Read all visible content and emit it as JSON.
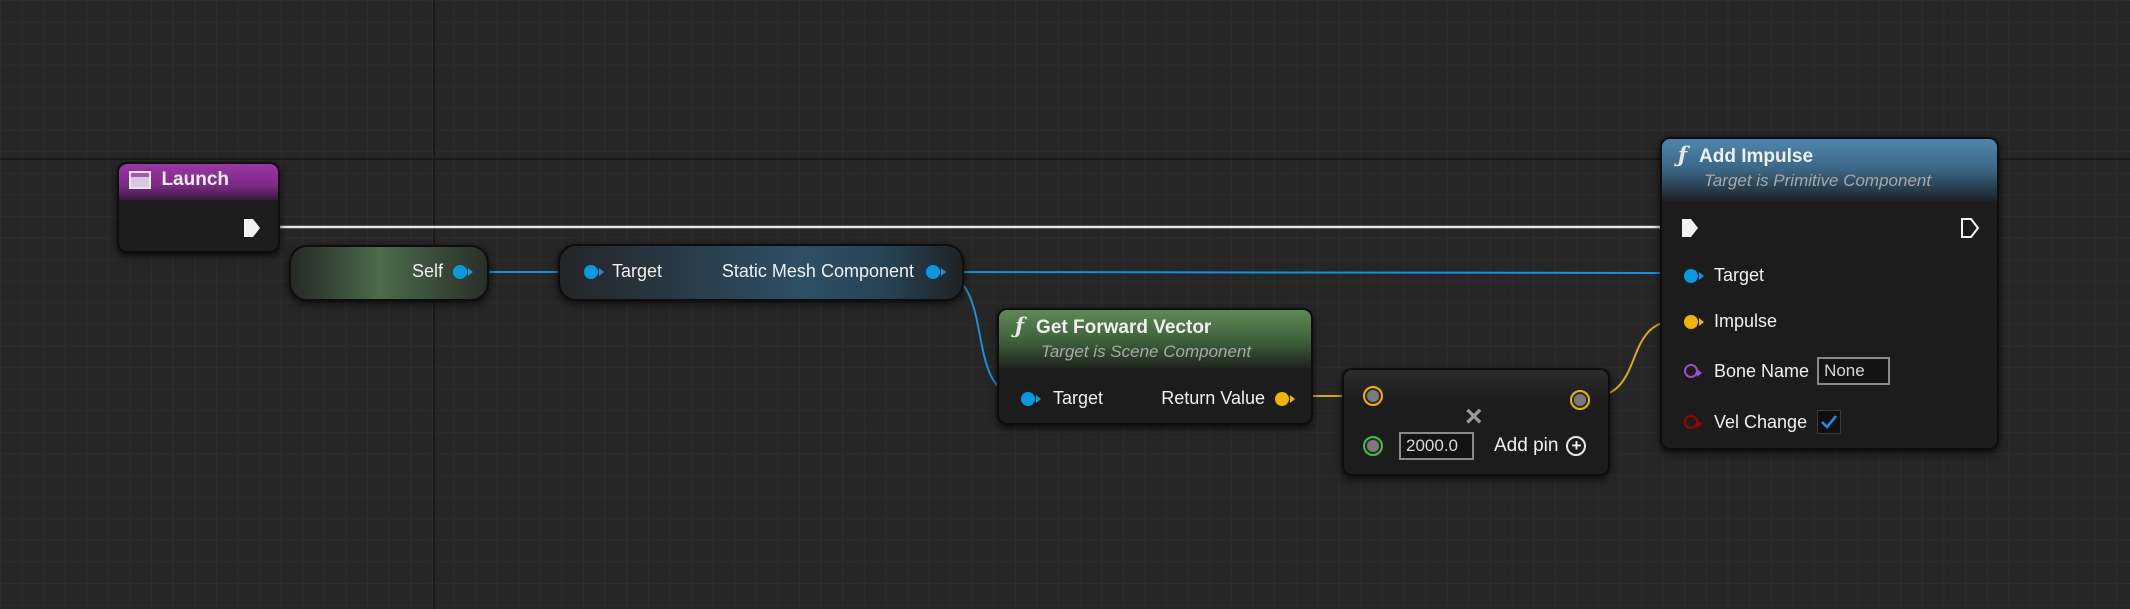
{
  "graph": {
    "launch": {
      "title": "Launch"
    },
    "self_node": {
      "label": "Self"
    },
    "static_mesh_node": {
      "input_label": "Target",
      "output_label": "Static Mesh Component"
    },
    "get_forward_vector": {
      "title": "Get Forward Vector",
      "subtitle": "Target is Scene Component",
      "input_label": "Target",
      "output_label": "Return Value"
    },
    "multiply": {
      "value": "2000.0",
      "symbol": "×",
      "add_pin_label": "Add pin",
      "add_pin_symbol": "+"
    },
    "add_impulse": {
      "title": "Add Impulse",
      "subtitle": "Target is Primitive Component",
      "target_label": "Target",
      "impulse_label": "Impulse",
      "bone_name_label": "Bone Name",
      "bone_name_value": "None",
      "vel_change_label": "Vel Change",
      "vel_change_checked": true
    }
  },
  "colors": {
    "exec_wire": "#e6e6e6",
    "object_wire": "#1b8fd8",
    "vector_wire": "#e0b020",
    "event_header": "#7b2a84",
    "function_header": "#3f6a88",
    "pure_function_header": "#4f7a46"
  },
  "icons": {
    "event": "event-square-icon",
    "function": "function-f-icon",
    "exec": "exec-arrow-icon",
    "multiply": "multiply-x-icon",
    "add_pin": "plus-circle-icon",
    "check": "checkmark-icon"
  }
}
